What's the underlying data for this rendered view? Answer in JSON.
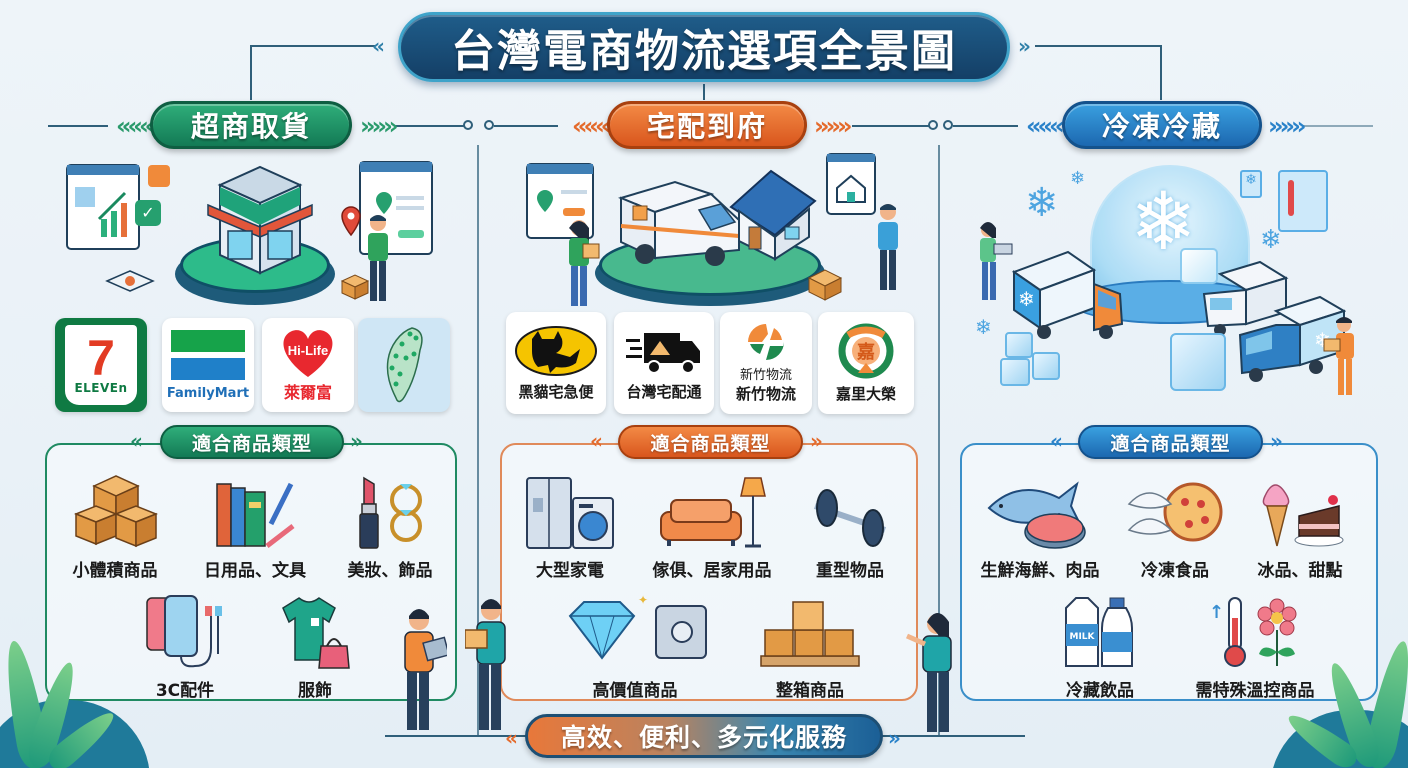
{
  "title": "台灣電商物流選項全景圖",
  "colors": {
    "title_bg": "#174a74",
    "convenience_green": "#1a8a5f",
    "home_delivery_orange": "#e46a2b",
    "cold_chain_blue": "#2a82c9",
    "connector": "#2f5f7a"
  },
  "sections": [
    {
      "id": "convenience-store",
      "title": "超商取貨",
      "theme": "green",
      "illustration": [
        "store-building-icon",
        "browser-window-chart-icon",
        "map-pin-icon",
        "customer-person",
        "package-box-icon"
      ],
      "logos": [
        {
          "name": "7-ELEVEN",
          "label": "ELEVEn",
          "icon": "seven-eleven-logo"
        },
        {
          "name": "FamilyMart",
          "label": "FamilyMart",
          "icon": "familymart-logo"
        },
        {
          "name": "Hi-Life 萊爾富",
          "label_top": "Hi-Life",
          "label_bottom": "萊爾富",
          "icon": "hilife-heart-logo"
        },
        {
          "name": "Taiwan store map",
          "icon": "taiwan-map-icon"
        }
      ],
      "category_header": "適合商品類型",
      "categories": [
        {
          "label": "小體積商品",
          "icon": "stacked-boxes-icon"
        },
        {
          "label": "日用品、文具",
          "icon": "books-pens-icon"
        },
        {
          "label": "美妝、飾品",
          "icon": "lipstick-rings-icon"
        },
        {
          "label": "3C配件",
          "icon": "phone-cable-icon"
        },
        {
          "label": "服飾",
          "icon": "tshirt-bag-icon"
        }
      ]
    },
    {
      "id": "home-delivery",
      "title": "宅配到府",
      "theme": "orange",
      "illustration": [
        "delivery-van-icon",
        "house-icon",
        "browser-window-pin-icon",
        "courier-person",
        "customer-person"
      ],
      "logos": [
        {
          "name": "黑貓宅急便",
          "label": "黑貓宅急便",
          "icon": "black-cat-logo"
        },
        {
          "name": "台灣宅配通",
          "label": "台灣宅配通",
          "icon": "truck-logo"
        },
        {
          "name": "新竹物流",
          "label_top": "新竹物流",
          "label": "新竹物流",
          "icon": "hct-logo"
        },
        {
          "name": "嘉里大榮",
          "label": "嘉里大榮",
          "icon": "kerry-tj-logo"
        }
      ],
      "category_header": "適合商品類型",
      "categories": [
        {
          "label": "大型家電",
          "icon": "fridge-washer-icon"
        },
        {
          "label": "傢俱、居家用品",
          "icon": "sofa-lamp-icon"
        },
        {
          "label": "重型物品",
          "icon": "dumbbell-icon"
        },
        {
          "label": "高價值商品",
          "icon": "diamond-safe-icon"
        },
        {
          "label": "整箱商品",
          "icon": "pallet-boxes-icon"
        }
      ]
    },
    {
      "id": "cold-chain",
      "title": "冷凍冷藏",
      "theme": "blue",
      "illustration": [
        "snowflake-dome-icon",
        "refrigerated-truck-icon",
        "ice-cube-icon",
        "thermometer-panel-icon",
        "worker-person"
      ],
      "category_header": "適合商品類型",
      "categories": [
        {
          "label": "生鮮海鮮、肉品",
          "icon": "fish-steak-icon"
        },
        {
          "label": "冷凍食品",
          "icon": "dumplings-pizza-icon"
        },
        {
          "label": "冰品、甜點",
          "icon": "icecream-cake-icon"
        },
        {
          "label": "冷藏飲品",
          "icon": "milk-bottle-icon"
        },
        {
          "label": "需特殊溫控商品",
          "icon": "thermometer-flower-icon"
        }
      ]
    }
  ],
  "footer": {
    "banner": "高效、便利、多元化服務"
  },
  "chevrons": {
    "left": "«",
    "right": "»"
  }
}
